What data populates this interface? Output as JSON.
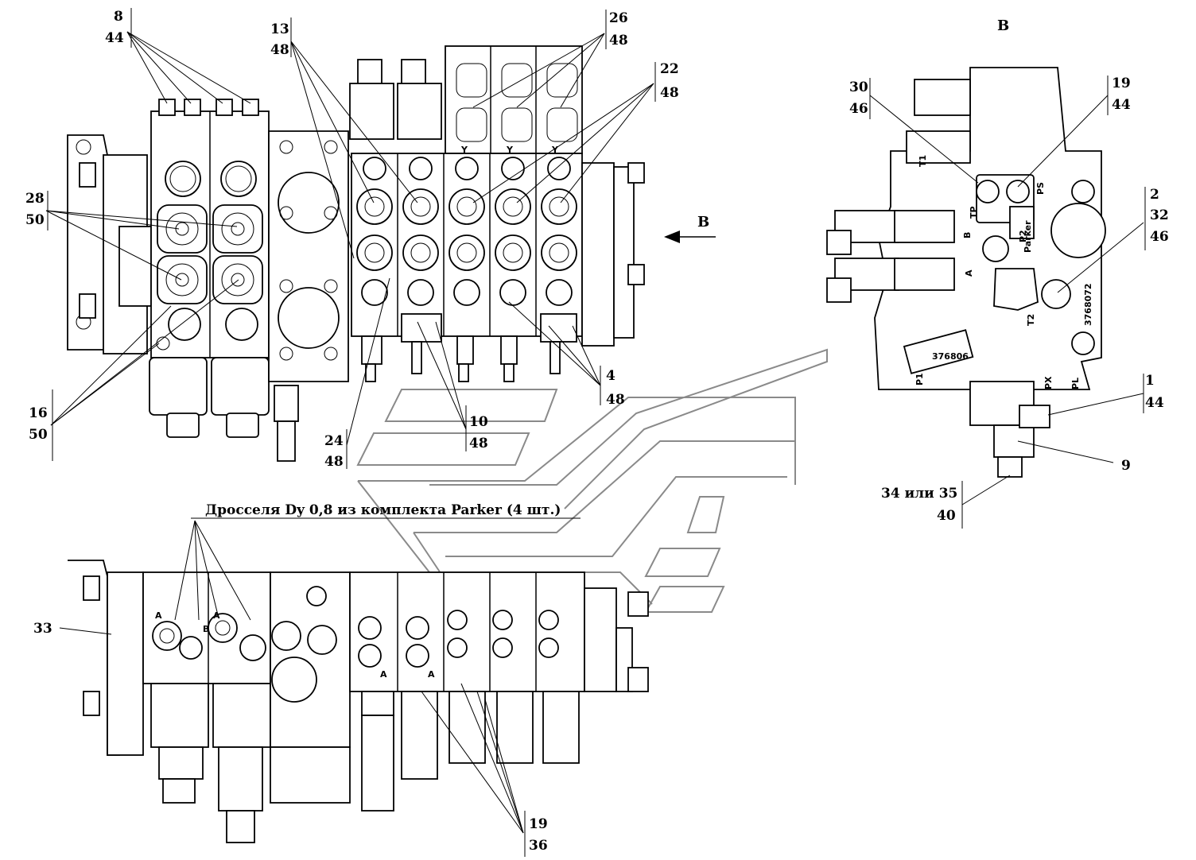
{
  "drawing": {
    "view_b_label": "B",
    "view_b_arrow_label": "B",
    "caption": "Дросселя Dy 0,8 из комплекта Parker (4 шт.)"
  },
  "callouts": [
    {
      "id": "c-8-44",
      "top": "8",
      "bottom": "44"
    },
    {
      "id": "c-13-48",
      "top": "13",
      "bottom": "48"
    },
    {
      "id": "c-26-48",
      "top": "26",
      "bottom": "48"
    },
    {
      "id": "c-22-48",
      "top": "22",
      "bottom": "48"
    },
    {
      "id": "c-28-50",
      "top": "28",
      "bottom": "50"
    },
    {
      "id": "c-16-50",
      "top": "16",
      "bottom": "50"
    },
    {
      "id": "c-24-48",
      "top": "24",
      "bottom": "48"
    },
    {
      "id": "c-10-48",
      "top": "10",
      "bottom": "48"
    },
    {
      "id": "c-4-48",
      "top": "4",
      "bottom": "48"
    },
    {
      "id": "c-30-46",
      "top": "30",
      "bottom": "46"
    },
    {
      "id": "c-19-44",
      "top": "19",
      "bottom": "44"
    },
    {
      "id": "c-2-32-46",
      "lines": [
        "2",
        "32",
        "46"
      ]
    },
    {
      "id": "c-1-44",
      "top": "1",
      "bottom": "44"
    },
    {
      "id": "c-9",
      "single": "9"
    },
    {
      "id": "c-34-40",
      "top": "34 или 35",
      "bottom": "40"
    },
    {
      "id": "c-33",
      "single": "33"
    },
    {
      "id": "c-19-36",
      "top": "19",
      "bottom": "36"
    }
  ],
  "port_labels": {
    "p1": "P1",
    "p2": "P2",
    "ps": "PS",
    "px": "PX",
    "pl": "PL",
    "t1": "T1",
    "t2": "T2",
    "tp": "TP",
    "a": "A",
    "b": "B",
    "brand": "Parker",
    "serial": "3768072",
    "serial_partial": "376806",
    "small_a": "A",
    "small_b": "B",
    "small_y": "Y"
  },
  "colors": {
    "ink": "#000000",
    "paper": "#ffffff",
    "watermark": "#8a8a8a"
  }
}
